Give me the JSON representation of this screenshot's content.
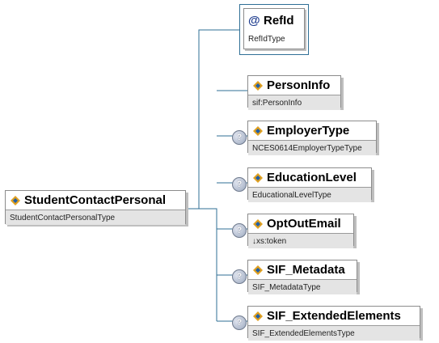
{
  "root": {
    "name": "StudentContactPersonal",
    "type": "StudentContactPersonalType"
  },
  "attribute": {
    "marker": "@",
    "name": "RefId",
    "type": "RefIdType"
  },
  "children": [
    {
      "name": "PersonInfo",
      "type": "sif:PersonInfo",
      "optional": false
    },
    {
      "name": "EmployerType",
      "type": "NCES0614EmployerTypeType",
      "optional": true
    },
    {
      "name": "EducationLevel",
      "type": "EducationalLevelType",
      "optional": true
    },
    {
      "name": "OptOutEmail",
      "type": "↓xs:token",
      "optional": true
    },
    {
      "name": "SIF_Metadata",
      "type": "SIF_MetadataType",
      "optional": true
    },
    {
      "name": "SIF_ExtendedElements",
      "type": "SIF_ExtendedElementsType",
      "optional": true
    }
  ],
  "optional_marker": "?",
  "colors": {
    "connector": "#2f6f96",
    "type_band": "#e4e4e4",
    "icon_blue": "#1f5fa8",
    "icon_gold": "#e0a020"
  }
}
